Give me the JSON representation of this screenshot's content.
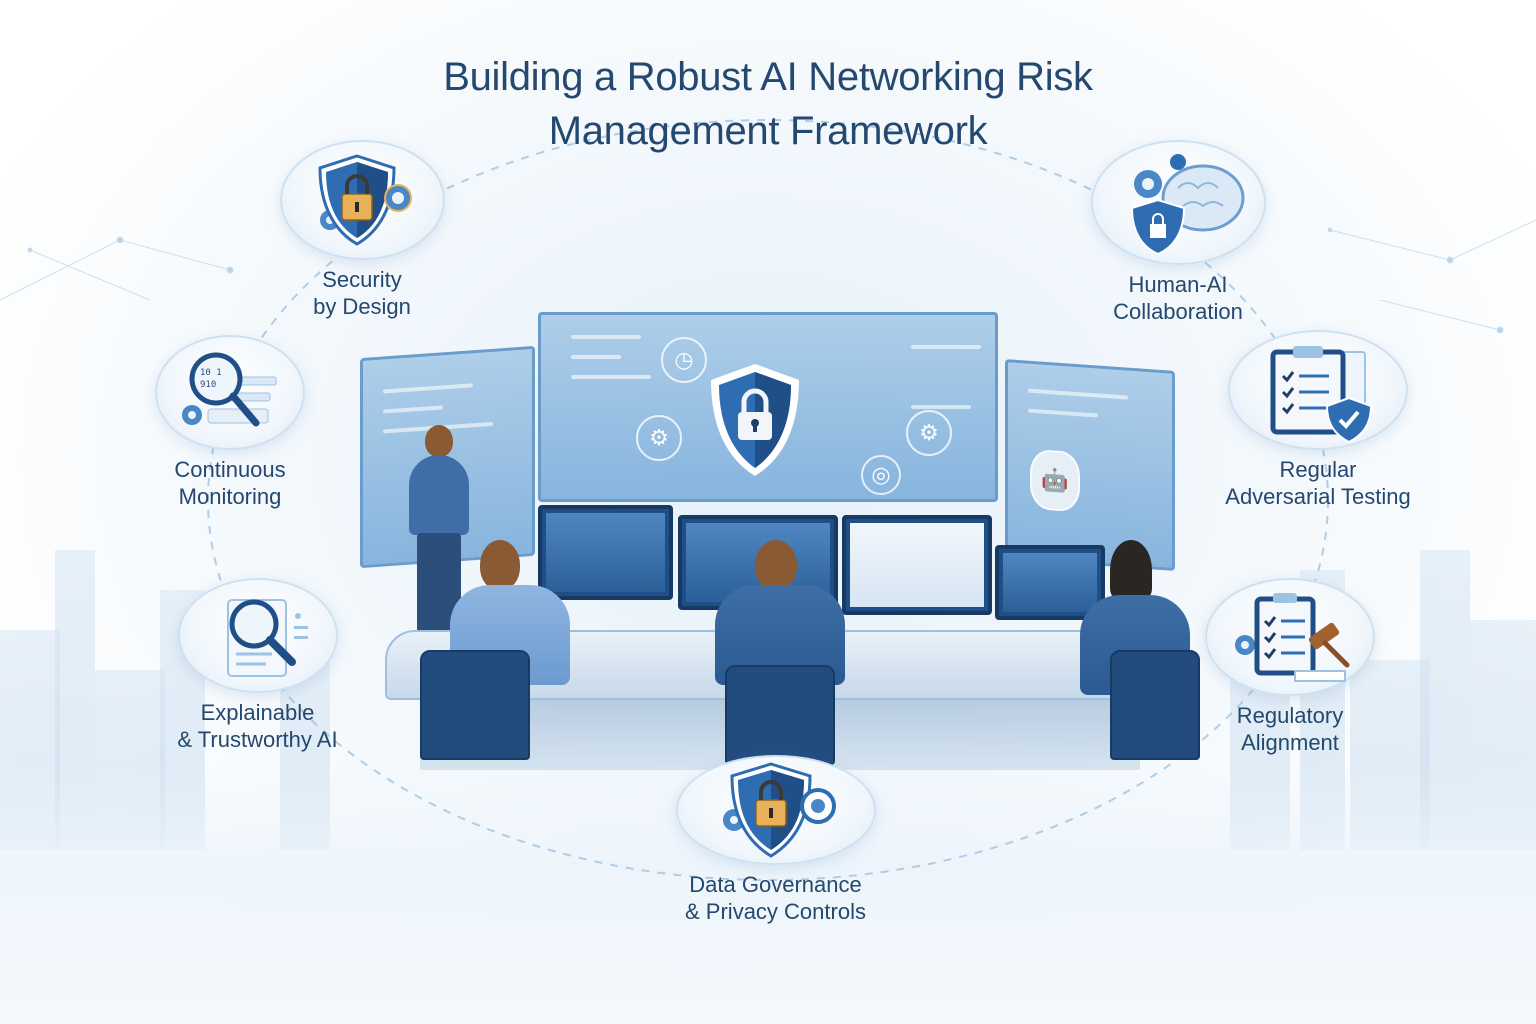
{
  "title": {
    "line1": "Building a Robust AI Networking Risk",
    "line2": "Management Framework"
  },
  "colors": {
    "title": "#24486f",
    "primary_blue": "#2f6db3",
    "dark_blue": "#1f4f86",
    "light_blue": "#dceaf6",
    "lock_gold": "#e7b25a",
    "gavel_brown": "#8b4f23",
    "background": "#f3f8fc"
  },
  "scene": {
    "description": "Security operations center with three analysts at monitors and one presenter at a wall display",
    "main_display_icon": "shield-lock-icon",
    "display_icons": [
      "clock-icon",
      "gear-icon",
      "gear-icon",
      "user-search-icon",
      "cloud-icon"
    ],
    "robot_icon": "robot-icon"
  },
  "features": [
    {
      "id": "security-by-design",
      "line1": "Security",
      "line2": "by Design",
      "icon": "shield-lock-gear-icon"
    },
    {
      "id": "human-ai-collaboration",
      "line1": "Human-AI",
      "line2": "Collaboration",
      "icon": "brain-shield-gear-icon"
    },
    {
      "id": "continuous-monitoring",
      "line1": "Continuous",
      "line2": "Monitoring",
      "icon": "magnifier-data-icon"
    },
    {
      "id": "regular-adversarial-testing",
      "line1": "Regular",
      "line2": "Adversarial Testing",
      "icon": "checklist-shield-icon"
    },
    {
      "id": "explainable-trustworthy-ai",
      "line1": "Explainable",
      "line2": "& Trustworthy AI",
      "icon": "document-magnifier-icon"
    },
    {
      "id": "regulatory-alignment",
      "line1": "Regulatory",
      "line2": "Alignment",
      "icon": "checklist-gavel-icon"
    },
    {
      "id": "data-governance-privacy",
      "line1": "Data Governance",
      "line2": "& Privacy Controls",
      "icon": "shield-lock-gear-icon"
    }
  ]
}
